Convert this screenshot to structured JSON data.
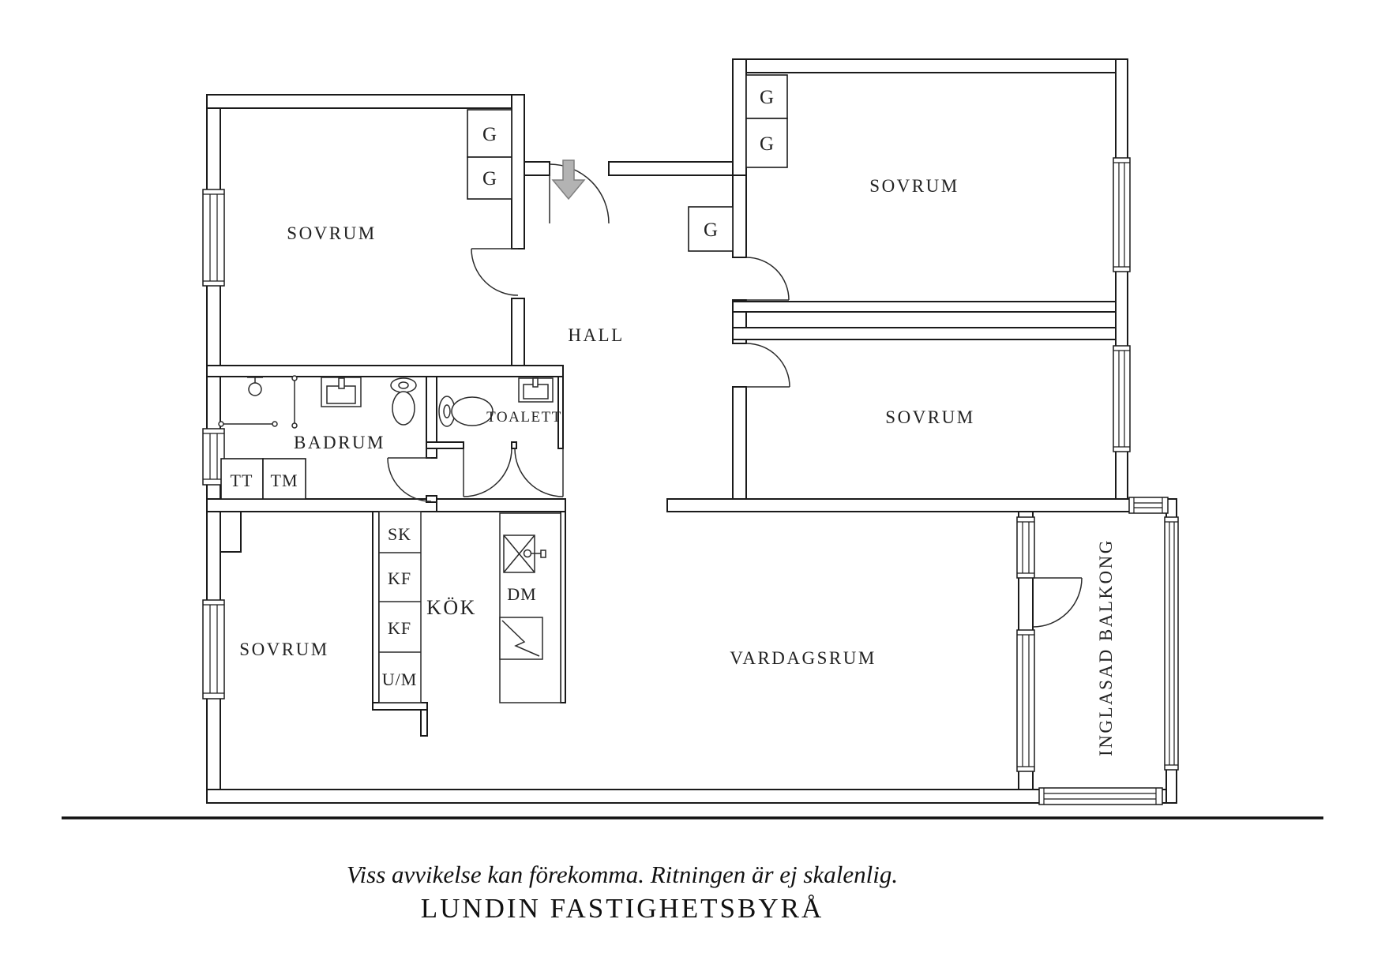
{
  "rooms": {
    "bedroom_top_left": "SOVRUM",
    "bedroom_top_right": "SOVRUM",
    "bedroom_middle_right": "SOVRUM",
    "bedroom_bottom_left": "SOVRUM",
    "hall": "HALL",
    "bathroom": "BADRUM",
    "toilet": "TOALETT",
    "kitchen": "KÖK",
    "living_room": "VARDAGSRUM",
    "balcony": "INGLASAD BALKONG"
  },
  "fixtures": {
    "wardrobe": "G",
    "cleaning_cabinet": "SK",
    "fridge_freezer": "KF",
    "oven_microwave": "U/M",
    "dishwasher": "DM",
    "tumble_dryer": "TT",
    "washing_machine": "TM"
  },
  "footer": {
    "disclaimer": "Viss avvikelse kan förekomma. Ritningen är ej skalenlig.",
    "agency": "LUNDIN FASTIGHETSBYRÅ"
  },
  "colors": {
    "wall": "#1a1a1a",
    "background": "#ffffff",
    "entrance_arrow_fill": "#b3b3b3",
    "entrance_arrow_stroke": "#7f7f7f"
  }
}
